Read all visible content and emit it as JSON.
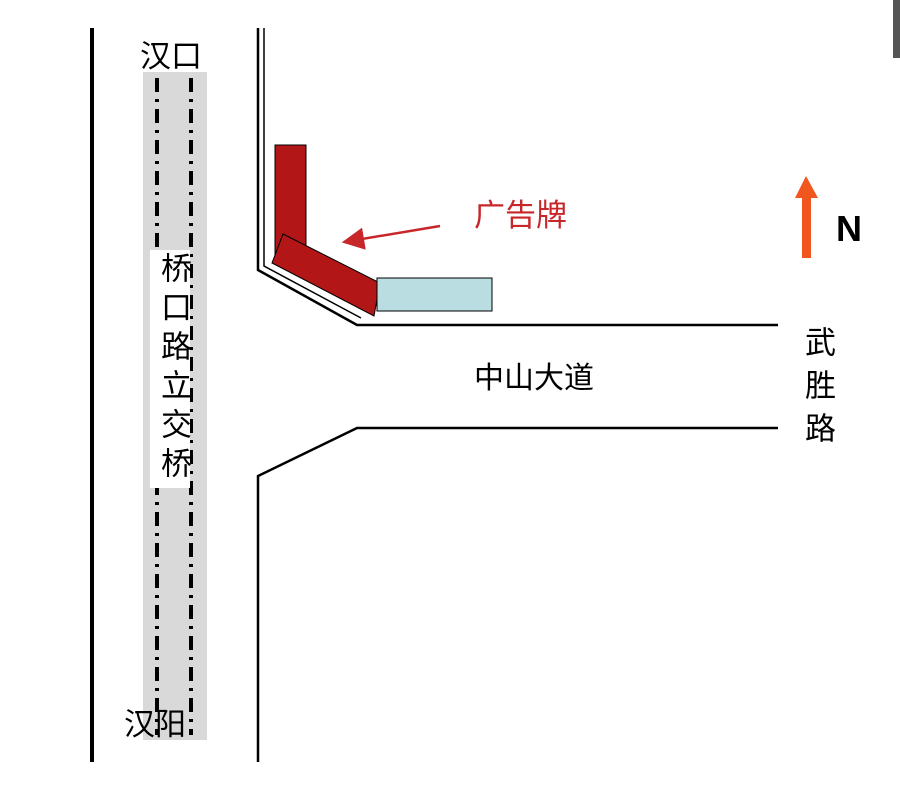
{
  "labels": {
    "north_end": "汉口",
    "south_end": "汉阳",
    "bridge": "桥口路立交桥",
    "avenue": "中山大道",
    "cross_road": "武胜路",
    "billboard": "广告牌",
    "north": "N"
  },
  "colors": {
    "billboard_fill": "#b21616",
    "billboard_label": "#c8272a",
    "extension_fill": "#b9dde1",
    "north_arrow": "#f1561f",
    "bridge_band": "#d9d9d9",
    "road_line": "#000000"
  },
  "icons": {
    "north_arrow": "arrow-up-icon",
    "billboard_pointer": "arrow-left-icon"
  }
}
